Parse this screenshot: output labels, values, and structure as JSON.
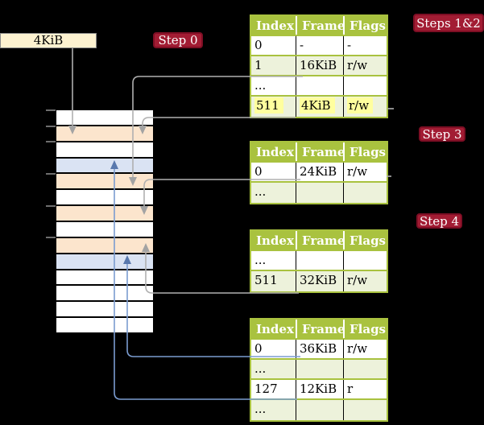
{
  "palette": {
    "background": "#000000",
    "badge_red": "#a21c33",
    "box_cream": "#fdf2d0",
    "frame_page_table": "#fce5cd",
    "frame_data": "#dae3f3",
    "table_green": "#a9c23f",
    "table_alt_row": "#edf2db",
    "highlight_yellow": "#ffff9e",
    "connector_gray": "#b0b0b0",
    "connector_blue": "#7b9cd0"
  },
  "root_box": {
    "label": "4KiB"
  },
  "badges": {
    "step0": "Step 0",
    "steps12": "Steps 1&2",
    "step3": "Step 3",
    "step4": "Step 4"
  },
  "memory_stack": {
    "rows": [
      {
        "type": "free"
      },
      {
        "type": "page-table"
      },
      {
        "type": "free"
      },
      {
        "type": "data"
      },
      {
        "type": "page-table"
      },
      {
        "type": "free"
      },
      {
        "type": "page-table"
      },
      {
        "type": "free"
      },
      {
        "type": "page-table"
      },
      {
        "type": "data"
      },
      {
        "type": "free"
      },
      {
        "type": "free"
      },
      {
        "type": "free"
      },
      {
        "type": "free"
      }
    ]
  },
  "page_tables": [
    {
      "id": "pt-steps-1-and-2",
      "headers": [
        "Index",
        "Frame",
        "Flags"
      ],
      "rows": [
        {
          "cells": [
            "0",
            "-",
            "-"
          ],
          "shaded": false,
          "highlighted": false
        },
        {
          "cells": [
            "1",
            "16KiB",
            "r/w"
          ],
          "shaded": true,
          "highlighted": false
        },
        {
          "cells": [
            "...",
            "",
            ""
          ],
          "shaded": false,
          "highlighted": false
        },
        {
          "cells": [
            "511",
            "4KiB",
            "r/w"
          ],
          "shaded": true,
          "highlighted": true
        }
      ]
    },
    {
      "id": "pt-step-3",
      "headers": [
        "Index",
        "Frame",
        "Flags"
      ],
      "rows": [
        {
          "cells": [
            "0",
            "24KiB",
            "r/w"
          ],
          "shaded": false,
          "highlighted": false
        },
        {
          "cells": [
            "...",
            "",
            ""
          ],
          "shaded": true,
          "highlighted": false
        }
      ]
    },
    {
      "id": "pt-step-4",
      "headers": [
        "Index",
        "Frame",
        "Flags"
      ],
      "rows": [
        {
          "cells": [
            "...",
            "",
            ""
          ],
          "shaded": false,
          "highlighted": false
        },
        {
          "cells": [
            "511",
            "32KiB",
            "r/w"
          ],
          "shaded": true,
          "highlighted": false
        }
      ]
    },
    {
      "id": "pt-final-level",
      "headers": [
        "Index",
        "Frame",
        "Flags"
      ],
      "rows": [
        {
          "cells": [
            "0",
            "36KiB",
            "r/w"
          ],
          "shaded": false,
          "highlighted": false
        },
        {
          "cells": [
            "...",
            "",
            ""
          ],
          "shaded": true,
          "highlighted": false
        },
        {
          "cells": [
            "127",
            "12KiB",
            "r"
          ],
          "shaded": false,
          "highlighted": false
        },
        {
          "cells": [
            "...",
            "",
            ""
          ],
          "shaded": true,
          "highlighted": false
        }
      ]
    }
  ]
}
